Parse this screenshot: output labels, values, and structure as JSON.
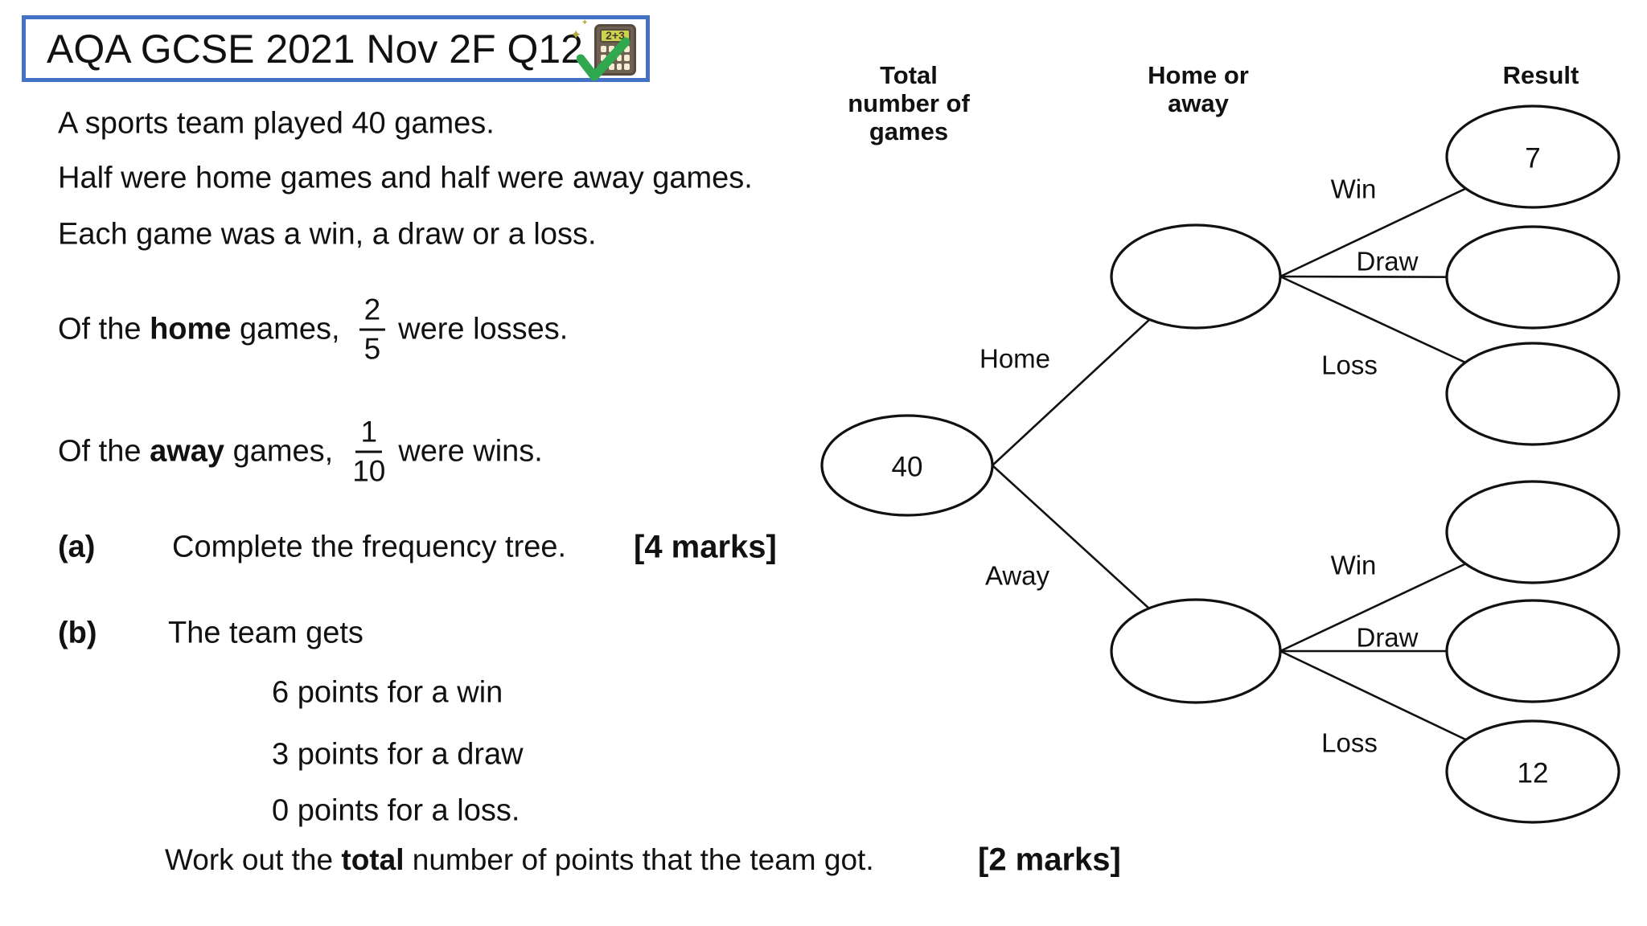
{
  "title": {
    "label": "AQA GCSE 2021 Nov 2F Q12",
    "calculator": {
      "screen": "2+3",
      "sparkle_big": "✦",
      "sparkle_small": "✦"
    },
    "colors": {
      "box_border": "#4472c4",
      "check_green": "#2fa84f",
      "screen_green": "#c9d34f",
      "calc_body_brown": "#6e6052",
      "key_cream": "#f6ecd2"
    }
  },
  "problem": {
    "line1": "A sports team played 40 games.",
    "line2": "Half were home games and half were away games.",
    "line3": "Each game was a win, a draw or a loss.",
    "home_losses": {
      "pre": "Of the ",
      "bold": "home",
      "post": " games,",
      "numerator": "2",
      "denominator": "5",
      "tail": "were losses."
    },
    "away_wins": {
      "pre": "Of the ",
      "bold": "away",
      "post": " games,",
      "numerator": "1",
      "denominator": "10",
      "tail": "were wins."
    },
    "part_a": {
      "label": "(a)",
      "text": "Complete the frequency tree.",
      "marks": "[4 marks]"
    },
    "part_b": {
      "label": "(b)",
      "text": "The team gets",
      "points": [
        "6 points for a win",
        "3 points for a draw",
        "0 points for a loss."
      ]
    },
    "final_q": {
      "pre": "Work out the ",
      "bold": "total",
      "post": " number of points that the team got.",
      "marks": "[2 marks]"
    }
  },
  "tree": {
    "headers": {
      "total": [
        "Total",
        "number of",
        "games"
      ],
      "home_away": [
        "Home or",
        "away"
      ],
      "result": [
        "Result"
      ]
    },
    "branch_labels": {
      "home": "Home",
      "away": "Away",
      "home_win": "Win",
      "home_draw": "Draw",
      "home_loss": "Loss",
      "away_win": "Win",
      "away_draw": "Draw",
      "away_loss": "Loss"
    },
    "node_values": {
      "root": "40",
      "home": "",
      "away": "",
      "home_win": "7",
      "home_draw": "",
      "home_loss": "",
      "away_win": "",
      "away_draw": "",
      "away_loss": "12"
    }
  }
}
